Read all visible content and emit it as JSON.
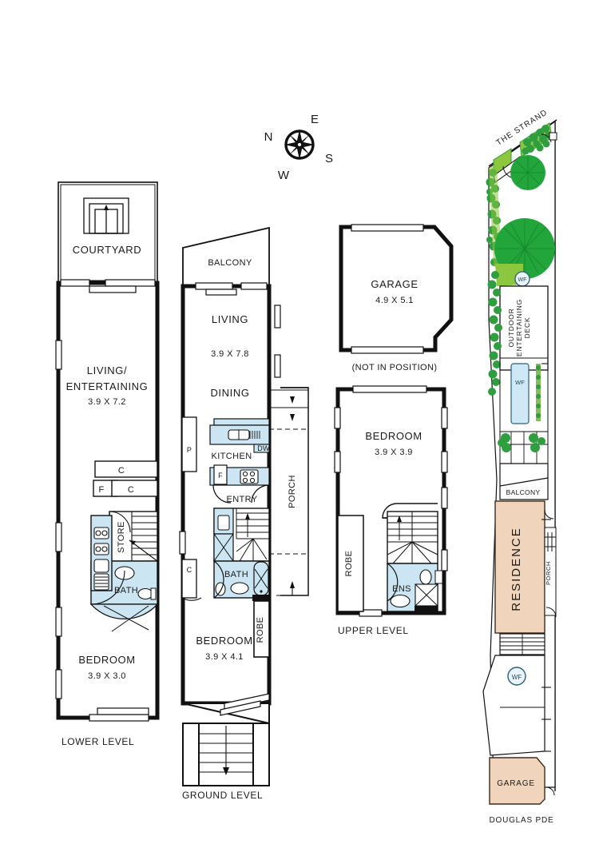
{
  "document": {
    "type": "floorplan",
    "colors": {
      "wall": "#111111",
      "wet_fixture_fill": "#cbe6f2",
      "residence_fill": "#f0d5bc",
      "grass_fill": "#8dc63f",
      "tree_fill": "#22a63b",
      "hedge_fill": "#2e9e3e",
      "pool_fill": "#cfe8f5",
      "line": "#1a1a1a"
    }
  },
  "compass": {
    "name": "compass-rose",
    "north": "N",
    "east": "E",
    "south": "S",
    "west": "W"
  },
  "levels": [
    {
      "id": "lower",
      "caption": "LOWER LEVEL",
      "rooms": [
        {
          "name": "COURTYARD",
          "dims": ""
        },
        {
          "name": "LIVING/",
          "name2": "ENTERTAINING",
          "dims": "3.9 X 7.2"
        },
        {
          "name": "BEDROOM",
          "dims": "3.9 X 3.0"
        },
        {
          "name": "BATH",
          "dims": ""
        },
        {
          "name": "STORE",
          "dims": ""
        }
      ],
      "annotations": [
        {
          "text": "C"
        },
        {
          "text": "C"
        },
        {
          "text": "F"
        }
      ]
    },
    {
      "id": "ground",
      "caption": "GROUND LEVEL",
      "rooms": [
        {
          "name": "BALCONY",
          "dims": ""
        },
        {
          "name": "LIVING",
          "dims": "3.9 X 7.8"
        },
        {
          "name": "DINING",
          "dims": ""
        },
        {
          "name": "KITCHEN",
          "dims": ""
        },
        {
          "name": "ENTRY",
          "dims": ""
        },
        {
          "name": "BATH",
          "dims": ""
        },
        {
          "name": "BEDROOM",
          "dims": "3.9 X 4.1"
        },
        {
          "name": "ROBE",
          "dims": ""
        },
        {
          "name": "PORCH",
          "dims": ""
        }
      ],
      "annotations": [
        {
          "text": "P"
        },
        {
          "text": "DW"
        },
        {
          "text": "F"
        },
        {
          "text": "C"
        }
      ]
    },
    {
      "id": "garage",
      "caption": "(NOT IN POSITION)",
      "rooms": [
        {
          "name": "GARAGE",
          "dims": "4.9 X 5.1"
        }
      ]
    },
    {
      "id": "upper",
      "caption": "UPPER LEVEL",
      "rooms": [
        {
          "name": "BEDROOM",
          "dims": "3.9 X 3.9"
        },
        {
          "name": "ROBE",
          "dims": ""
        },
        {
          "name": "ENS",
          "dims": ""
        }
      ]
    }
  ],
  "site": {
    "street_top": "THE STRAND",
    "street_bottom": "DOUGLAS PDE",
    "labels": [
      {
        "text": "OUTDOOR"
      },
      {
        "text": "ENTERTAINING"
      },
      {
        "text": "DECK"
      },
      {
        "text": "BALCONY"
      },
      {
        "text": "RESIDENCE"
      },
      {
        "text": "PORCH"
      },
      {
        "text": "GARAGE"
      }
    ],
    "water_features": [
      {
        "text": "WF"
      },
      {
        "text": "WF"
      },
      {
        "text": "WF"
      }
    ]
  }
}
